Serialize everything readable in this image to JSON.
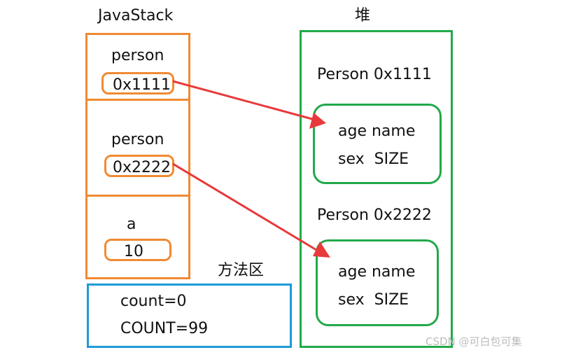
{
  "stack": {
    "title": "JavaStack",
    "cells": [
      {
        "name": "person",
        "value": "0x1111"
      },
      {
        "name": "person",
        "value": "0x2222"
      },
      {
        "name": "a",
        "value": "10"
      }
    ]
  },
  "heap": {
    "title": "堆",
    "objects": [
      {
        "label": "Person 0x1111",
        "line1": "age name",
        "line2": "sex  SIZE"
      },
      {
        "label": "Person 0x2222",
        "line1": "age name",
        "line2": "sex  SIZE"
      }
    ]
  },
  "method_area": {
    "title": "方法区",
    "lines": [
      "count=0",
      "COUNT=99"
    ]
  },
  "watermark": "CSDN @可白包可集",
  "colors": {
    "stack": "#f08a32",
    "heap": "#22a94a",
    "method_area": "#1d9bd8",
    "arrow": "#e8393b"
  }
}
